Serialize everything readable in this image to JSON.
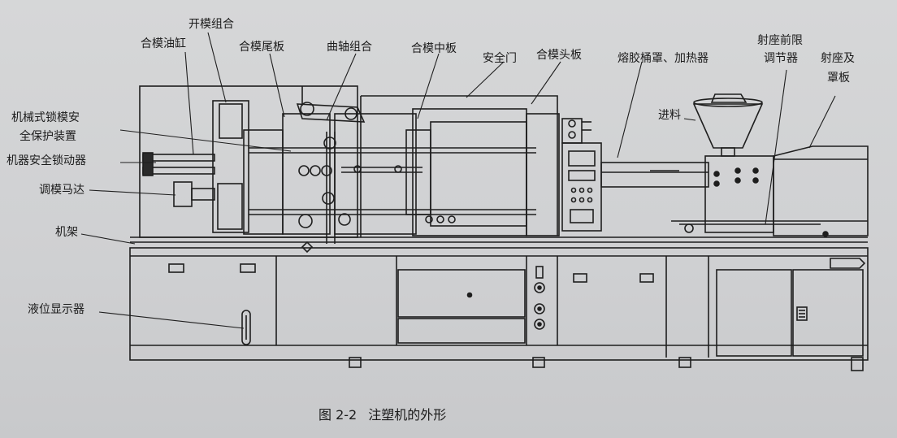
{
  "caption": {
    "figure_no": "图 2-2",
    "title": "注塑机的外形"
  },
  "labels": {
    "mold_open_group": "开模组合",
    "clamp_cylinder": "合模油缸",
    "clamp_tail_plate": "合模尾板",
    "crank_group": "曲轴组合",
    "clamp_mid_plate": "合模中板",
    "safety_door": "安全门",
    "clamp_head_plate": "合模头板",
    "barrel_cover_heater": "熔胶桶罩、加热器",
    "seat_front_limit_1": "射座前限",
    "seat_front_limit_2": "调节器",
    "seat_cover_1": "射座及",
    "seat_cover_2": "罩板",
    "feed": "进料",
    "mech_lock_safety_1": "机械式锁模安",
    "mech_lock_safety_2": "全保护装置",
    "machine_safety_lock": "机器安全锁动器",
    "mold_adjust_motor": "调模马达",
    "frame": "机架",
    "level_indicator": "液位显示器"
  },
  "colors": {
    "line": "#1e1e1e",
    "paper": "#d2d3d5"
  }
}
